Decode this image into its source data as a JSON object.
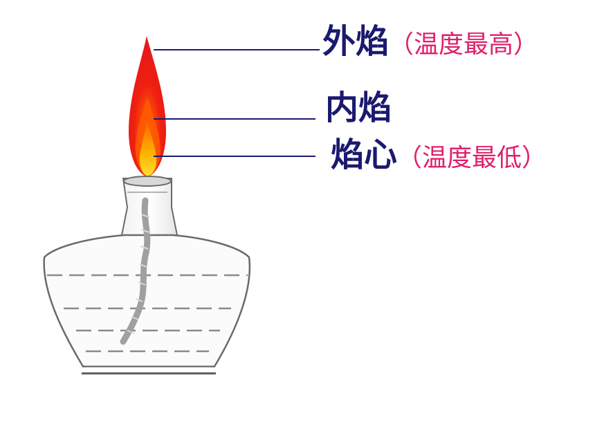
{
  "labels": {
    "outer_flame": "外焰",
    "outer_note": "（温度最高）",
    "inner_flame": "内焰",
    "flame_core": "焰心",
    "core_note": "（温度最低）"
  },
  "colors": {
    "label_text": "#1a1a70",
    "note_text": "#e0206a",
    "leader_line": "#1a1a70",
    "flame_outer": "#e81818",
    "flame_mid": "#ff6a00",
    "flame_core": "#ffd21a",
    "glass_outline": "#6a6a6a",
    "liquid_dash": "#8a8a8a",
    "wick": "#a0a0a0"
  }
}
